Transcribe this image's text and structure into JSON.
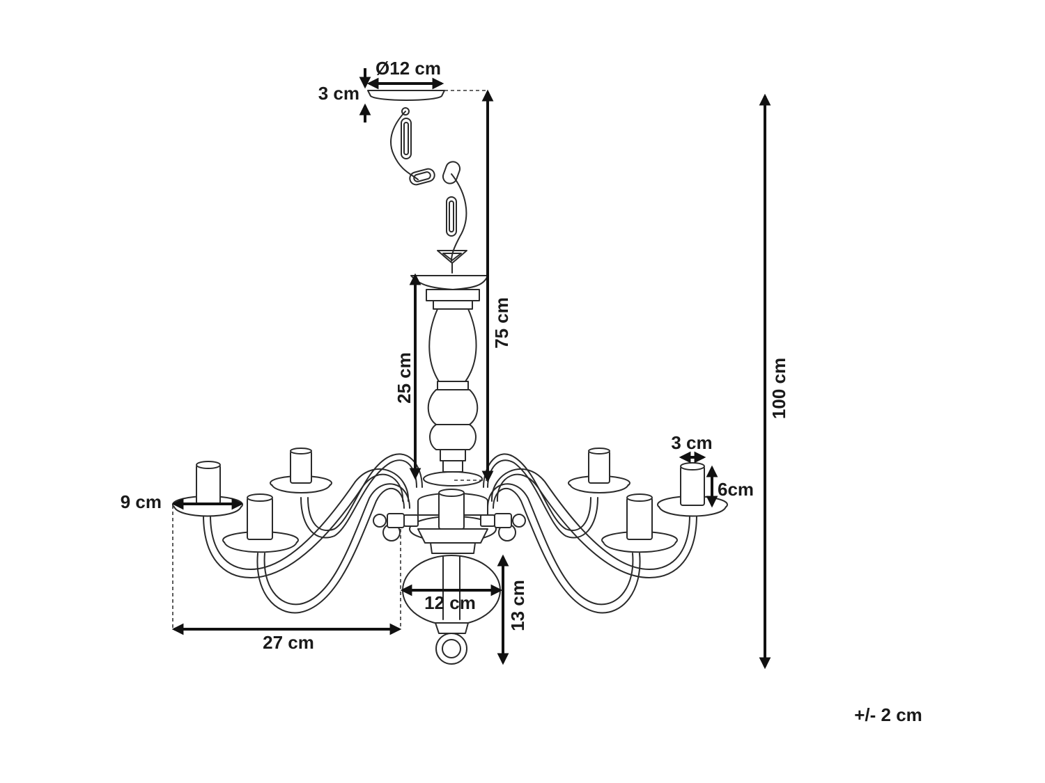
{
  "dimensions": {
    "canopy_diameter": "Ø12 cm",
    "canopy_height": "3 cm",
    "chain_to_body": "75 cm",
    "total_height": "100 cm",
    "column_height": "25 cm",
    "candle_width": "3 cm",
    "candle_height": "6cm",
    "cup_width": "9 cm",
    "arm_reach": "27 cm",
    "bottom_width": "12 cm",
    "bottom_height": "13 cm",
    "tolerance": "+/- 2 cm"
  }
}
